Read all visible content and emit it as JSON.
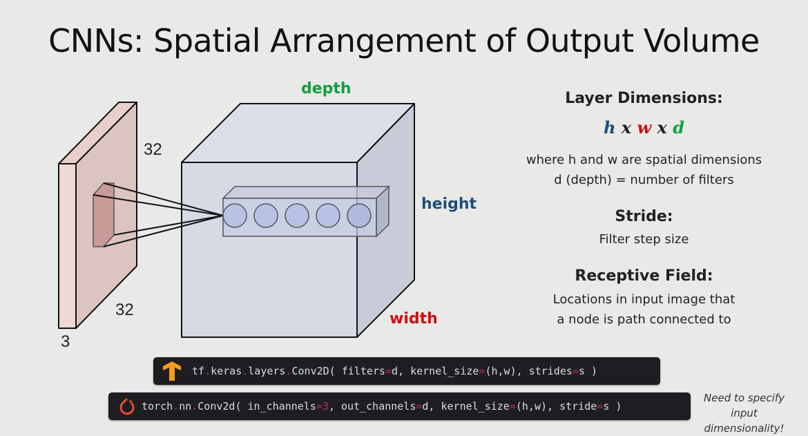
{
  "title": "CNNs: Spatial Arrangement of Output Volume",
  "diagram": {
    "depth_label": "depth",
    "height_label": "height",
    "width_label": "width",
    "input_h": "32",
    "input_w": "32",
    "input_c": "3",
    "neurons": 5
  },
  "right": {
    "layer_heading": "Layer Dimensions:",
    "formula": {
      "h": "h",
      "x1": "x",
      "w": "w",
      "x2": "x",
      "d": "d"
    },
    "layer_desc1": "where h and w are spatial dimensions",
    "layer_desc2": "d (depth) = number of filters",
    "stride_heading": "Stride:",
    "stride_desc": "Filter step size",
    "rf_heading": "Receptive Field:",
    "rf_desc1": "Locations in input image that",
    "rf_desc2": "a node is path connected to"
  },
  "code": {
    "tf": [
      "tf",
      ".",
      "keras",
      ".",
      "layers",
      ".",
      "Conv2D( filters",
      "=",
      "d, kernel_size",
      "=",
      "(h,w), strides",
      "=",
      "s )"
    ],
    "torch": [
      "torch",
      ".",
      "nn",
      ".",
      "Conv2d( in_channels",
      "=",
      "3",
      ", out_channels",
      "=",
      "d, kernel_size",
      "=",
      "(h,w), stride",
      "=",
      "s )"
    ]
  },
  "note": {
    "line1": "Need to specify",
    "line2": "input dimensionality!"
  },
  "colors": {
    "h": "#1f4e79",
    "w": "#cc1111",
    "d": "#11a040",
    "code_accent": "#c0305a"
  }
}
